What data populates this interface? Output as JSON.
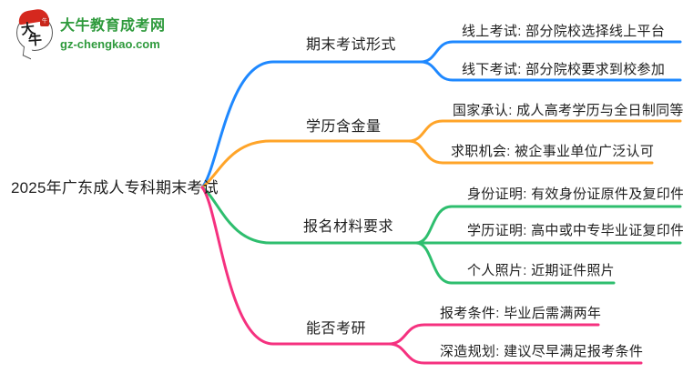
{
  "logo": {
    "icon_text_top": "大",
    "icon_text_bottom": "牛",
    "seal_text": "牛",
    "site_name": "大牛教育成考网",
    "site_domain": "gz-chengkao.com",
    "brand_green": "#2e9a3c",
    "brand_red": "#d5281e"
  },
  "central_topic": "2025年广东成人专科期末考试",
  "branches": [
    {
      "label": "期末考试形式",
      "color": "#1e88ff",
      "children": [
        "线上考试: 部分院校选择线上平台",
        "线下考试: 部分院校要求到校参加"
      ]
    },
    {
      "label": "学历含金量",
      "color": "#ffa428",
      "children": [
        "国家承认: 成人高考学历与全日制同等",
        "求职机会: 被企事业单位广泛认可"
      ]
    },
    {
      "label": "报名材料要求",
      "color": "#2ebe6e",
      "children": [
        "身份证明: 有效身份证原件及复印件",
        "学历证明: 高中或中专毕业证复印件",
        "个人照片: 近期证件照片"
      ]
    },
    {
      "label": "能否考研",
      "color": "#f5317f",
      "children": [
        "报考条件: 毕业后需满两年",
        "深造规划: 建议尽早满足报考条件"
      ]
    }
  ]
}
